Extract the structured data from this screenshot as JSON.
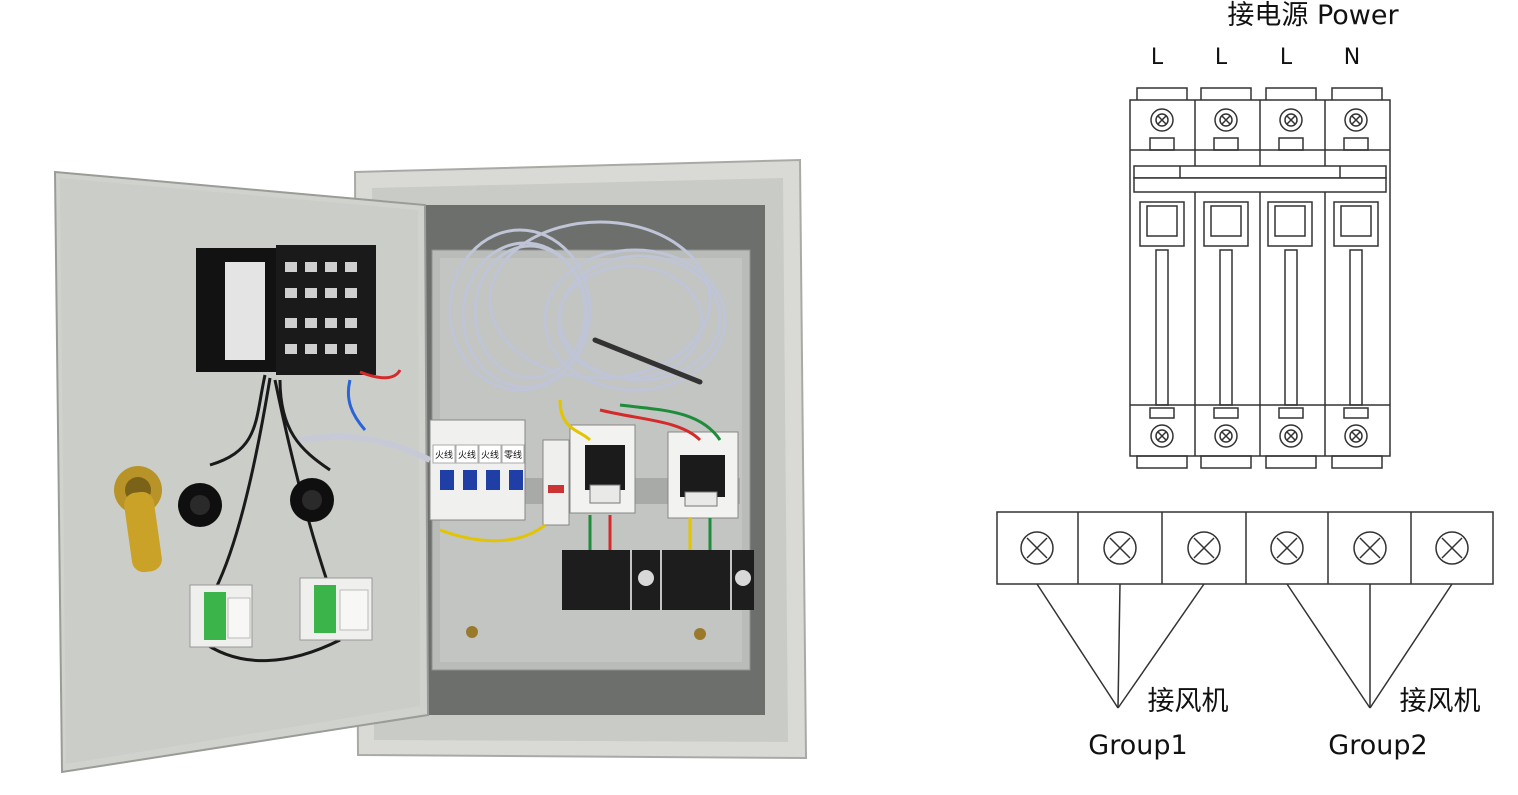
{
  "power": {
    "title": "接电源 Power",
    "terminals": [
      "L",
      "L",
      "L",
      "N"
    ]
  },
  "fan_groups": [
    {
      "label_cn": "接风机",
      "label_en": "Group1"
    },
    {
      "label_cn": "接风机",
      "label_en": "Group2"
    }
  ],
  "breaker_labels": [
    "火线",
    "火线",
    "火线",
    "零线"
  ],
  "colors": {
    "cabinet": "#d8d9d5",
    "door": "#cfd1cd",
    "backplate": "#b8bbb8",
    "terminal_green": "#3bb44a",
    "line": "#333333"
  }
}
